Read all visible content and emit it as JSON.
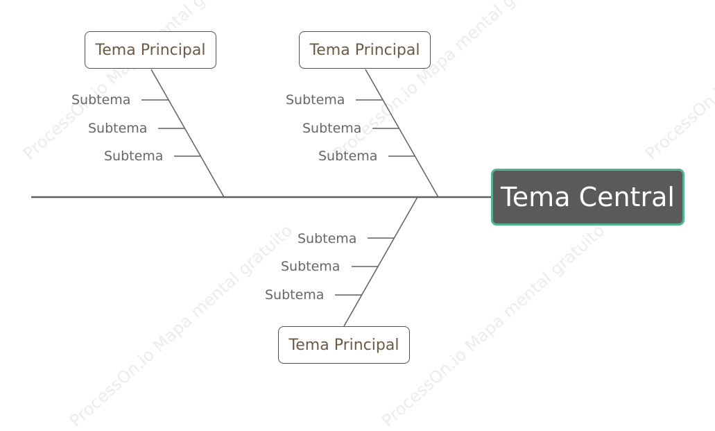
{
  "central_topic": {
    "label": "Tema Central"
  },
  "branches": [
    {
      "label": "Tema Principal",
      "subtopics": [
        {
          "label": "Subtema"
        },
        {
          "label": "Subtema"
        },
        {
          "label": "Subtema"
        }
      ]
    },
    {
      "label": "Tema Principal",
      "subtopics": [
        {
          "label": "Subtema"
        },
        {
          "label": "Subtema"
        },
        {
          "label": "Subtema"
        }
      ]
    },
    {
      "label": "Tema Principal",
      "subtopics": [
        {
          "label": "Subtema"
        },
        {
          "label": "Subtema"
        },
        {
          "label": "Subtema"
        }
      ]
    }
  ],
  "watermarks": [
    "ProcessOn.io Mapa mental gratuito",
    "ProcessOn.io Mapa mental gratuito",
    "ProcessOn.io Mapa mental gratuito",
    "ProcessOn.io Mapa mental gratuito",
    "ProcessOn.io Mapa mental gratuito"
  ],
  "colors": {
    "spine": "#5f5f5f",
    "central_fill": "#5a5a5a",
    "central_border": "#4fb58a",
    "topic_text": "#6b5a46",
    "subtopic_text": "#666666"
  }
}
